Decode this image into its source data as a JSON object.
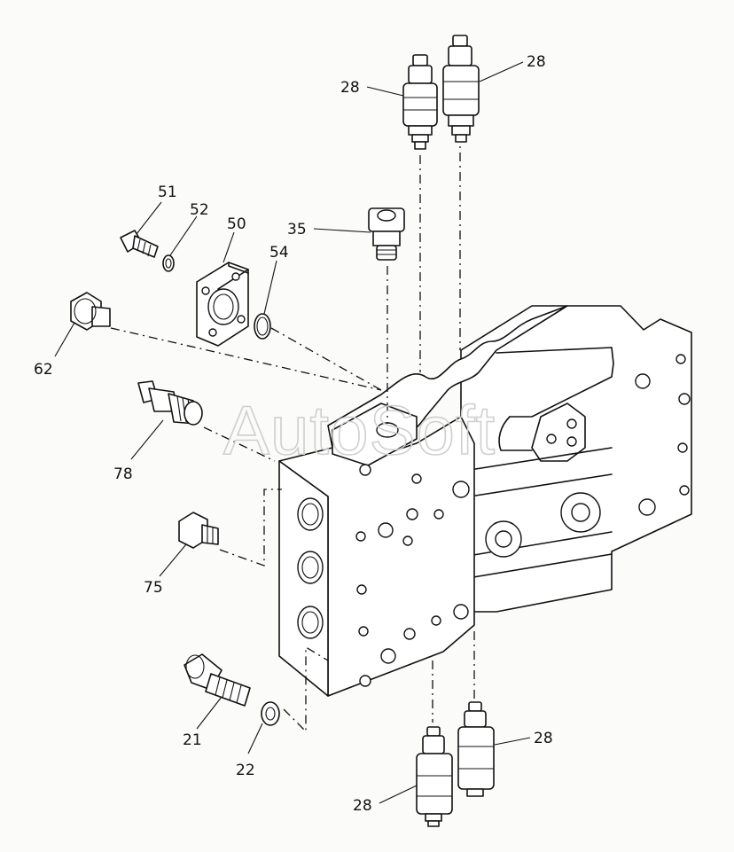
{
  "watermark": "AutoSoft",
  "colors": {
    "line": "#111111",
    "background": "#fbfbfa",
    "watermark": "#cfcfcf"
  },
  "callouts": [
    {
      "id": "28a",
      "label": "28"
    },
    {
      "id": "28b",
      "label": "28"
    },
    {
      "id": "28c",
      "label": "28"
    },
    {
      "id": "28d",
      "label": "28"
    },
    {
      "id": "35",
      "label": "35"
    },
    {
      "id": "51",
      "label": "51"
    },
    {
      "id": "52",
      "label": "52"
    },
    {
      "id": "50",
      "label": "50"
    },
    {
      "id": "54",
      "label": "54"
    },
    {
      "id": "62",
      "label": "62"
    },
    {
      "id": "78",
      "label": "78"
    },
    {
      "id": "75",
      "label": "75"
    },
    {
      "id": "21",
      "label": "21"
    },
    {
      "id": "22",
      "label": "22"
    }
  ]
}
